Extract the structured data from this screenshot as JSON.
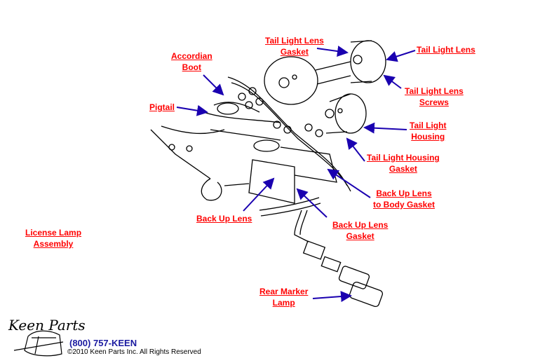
{
  "diagram": {
    "labels": [
      {
        "id": "tail-light-lens-gasket",
        "lines": [
          "Tail Light Lens",
          "Gasket"
        ]
      },
      {
        "id": "tail-light-lens",
        "lines": [
          "Tail Light Lens"
        ]
      },
      {
        "id": "accordian-boot",
        "lines": [
          "Accordian",
          "Boot"
        ]
      },
      {
        "id": "pigtail",
        "lines": [
          "Pigtail"
        ]
      },
      {
        "id": "tail-light-lens-screws",
        "lines": [
          "Tail Light Lens",
          "Screws"
        ]
      },
      {
        "id": "tail-light-housing",
        "lines": [
          "Tail Light",
          "Housing"
        ]
      },
      {
        "id": "tail-light-housing-gasket",
        "lines": [
          "Tail Light Housing",
          "Gasket"
        ]
      },
      {
        "id": "back-up-lens-to-body-gasket",
        "lines": [
          "Back Up Lens",
          "to Body Gasket"
        ]
      },
      {
        "id": "back-up-lens",
        "lines": [
          "Back Up Lens"
        ]
      },
      {
        "id": "back-up-lens-gasket",
        "lines": [
          "Back Up Lens",
          "Gasket"
        ]
      },
      {
        "id": "license-lamp-assembly",
        "lines": [
          "License Lamp",
          "Assembly"
        ]
      },
      {
        "id": "rear-marker-lamp",
        "lines": [
          "Rear Marker",
          "Lamp"
        ]
      }
    ],
    "colors": {
      "label": "#ff0000",
      "arrow": "#1a00b0",
      "phone": "#1a1aa0"
    }
  },
  "footer": {
    "logo": "Keen Parts",
    "phone": "(800) 757-KEEN",
    "copyright": "©2010 Keen Parts Inc. All Rights Reserved"
  }
}
